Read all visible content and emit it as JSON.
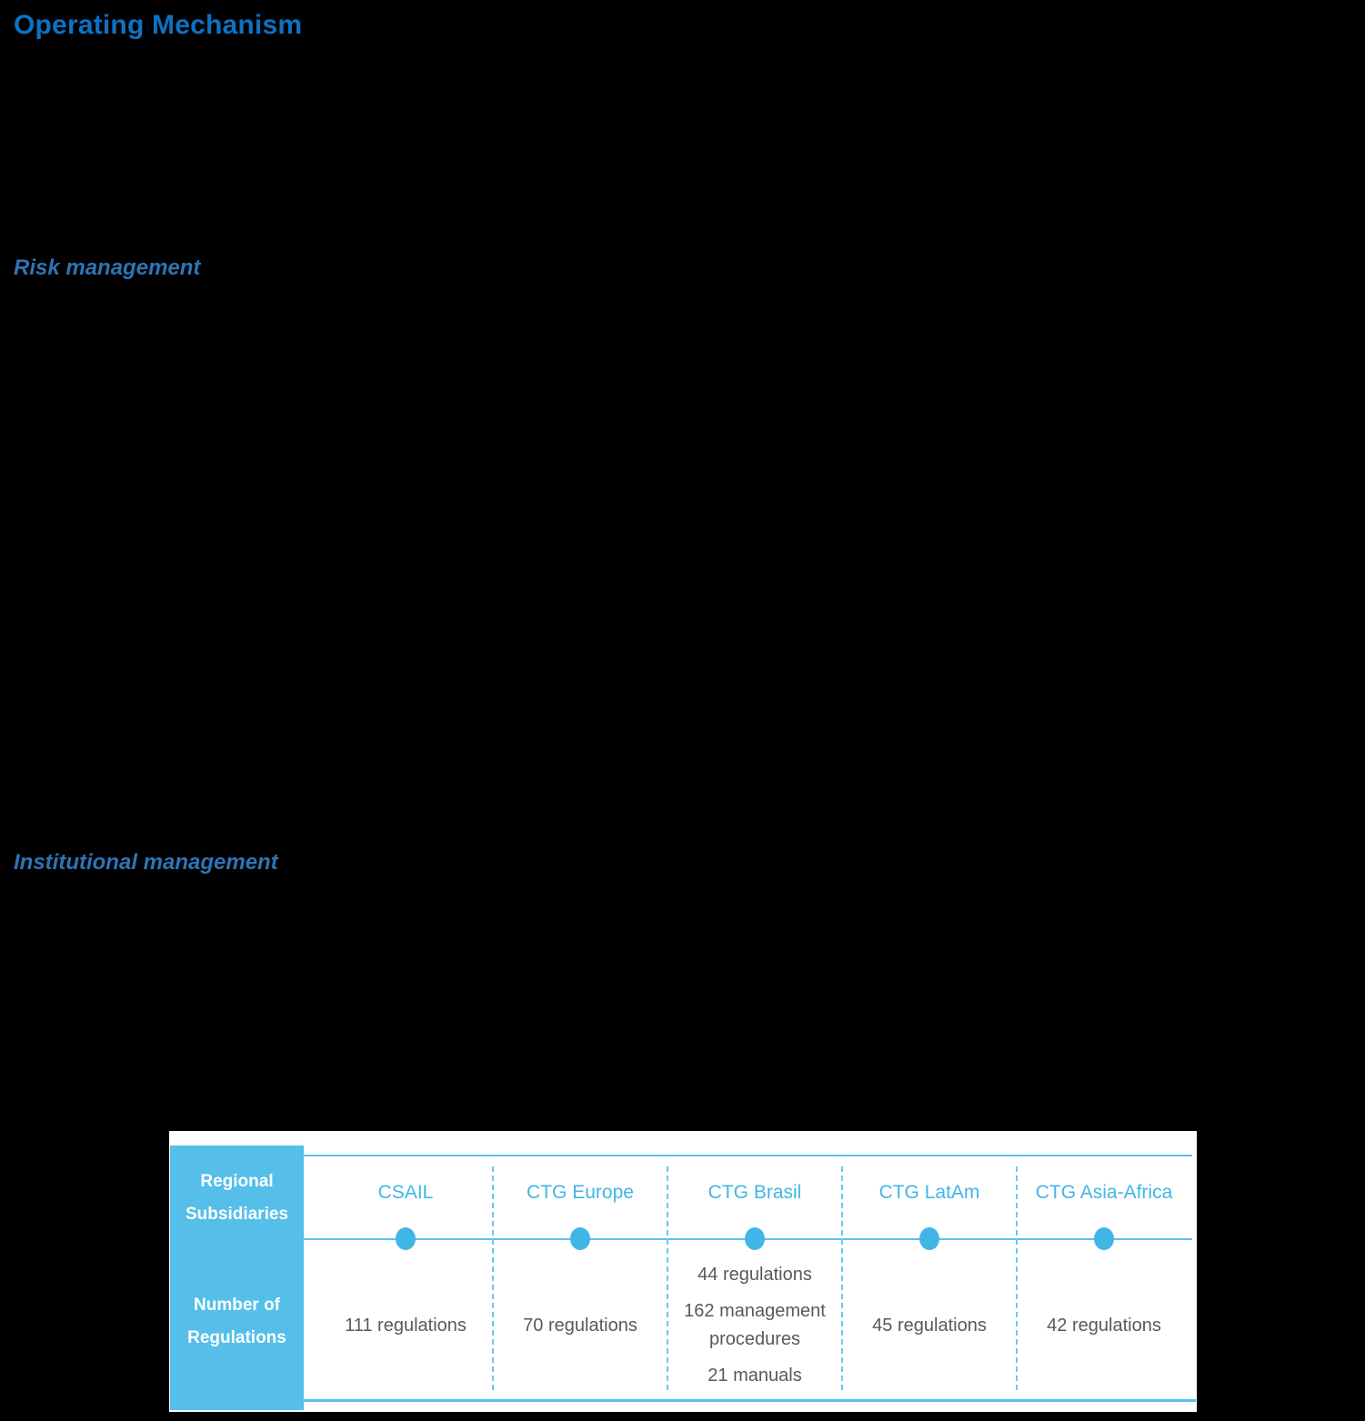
{
  "page": {
    "title": "Operating Mechanism",
    "sections": {
      "risk": "Risk management",
      "institutional": "Institutional management"
    }
  },
  "table": {
    "row_labels": {
      "subsidiaries": "Regional Subsidiaries",
      "regulations": "Number of Regulations"
    },
    "columns": [
      {
        "name": "CSAIL",
        "values": [
          "111 regulations"
        ]
      },
      {
        "name": "CTG Europe",
        "values": [
          "70 regulations"
        ]
      },
      {
        "name": "CTG Brasil",
        "values": [
          "44 regulations",
          "162 management procedures",
          "21 manuals"
        ]
      },
      {
        "name": "CTG LatAm",
        "values": [
          "45 regulations"
        ]
      },
      {
        "name": "CTG Asia-Africa",
        "values": [
          "42 regulations"
        ]
      }
    ],
    "colors": {
      "heading_blue": "#0d72c4",
      "subheading_blue": "#2e74b5",
      "table_accent_blue": "#55bfea",
      "timeline_blue": "#41b6e6",
      "value_gray": "#595959",
      "table_background": "#ffffff",
      "page_background": "#000000"
    }
  }
}
